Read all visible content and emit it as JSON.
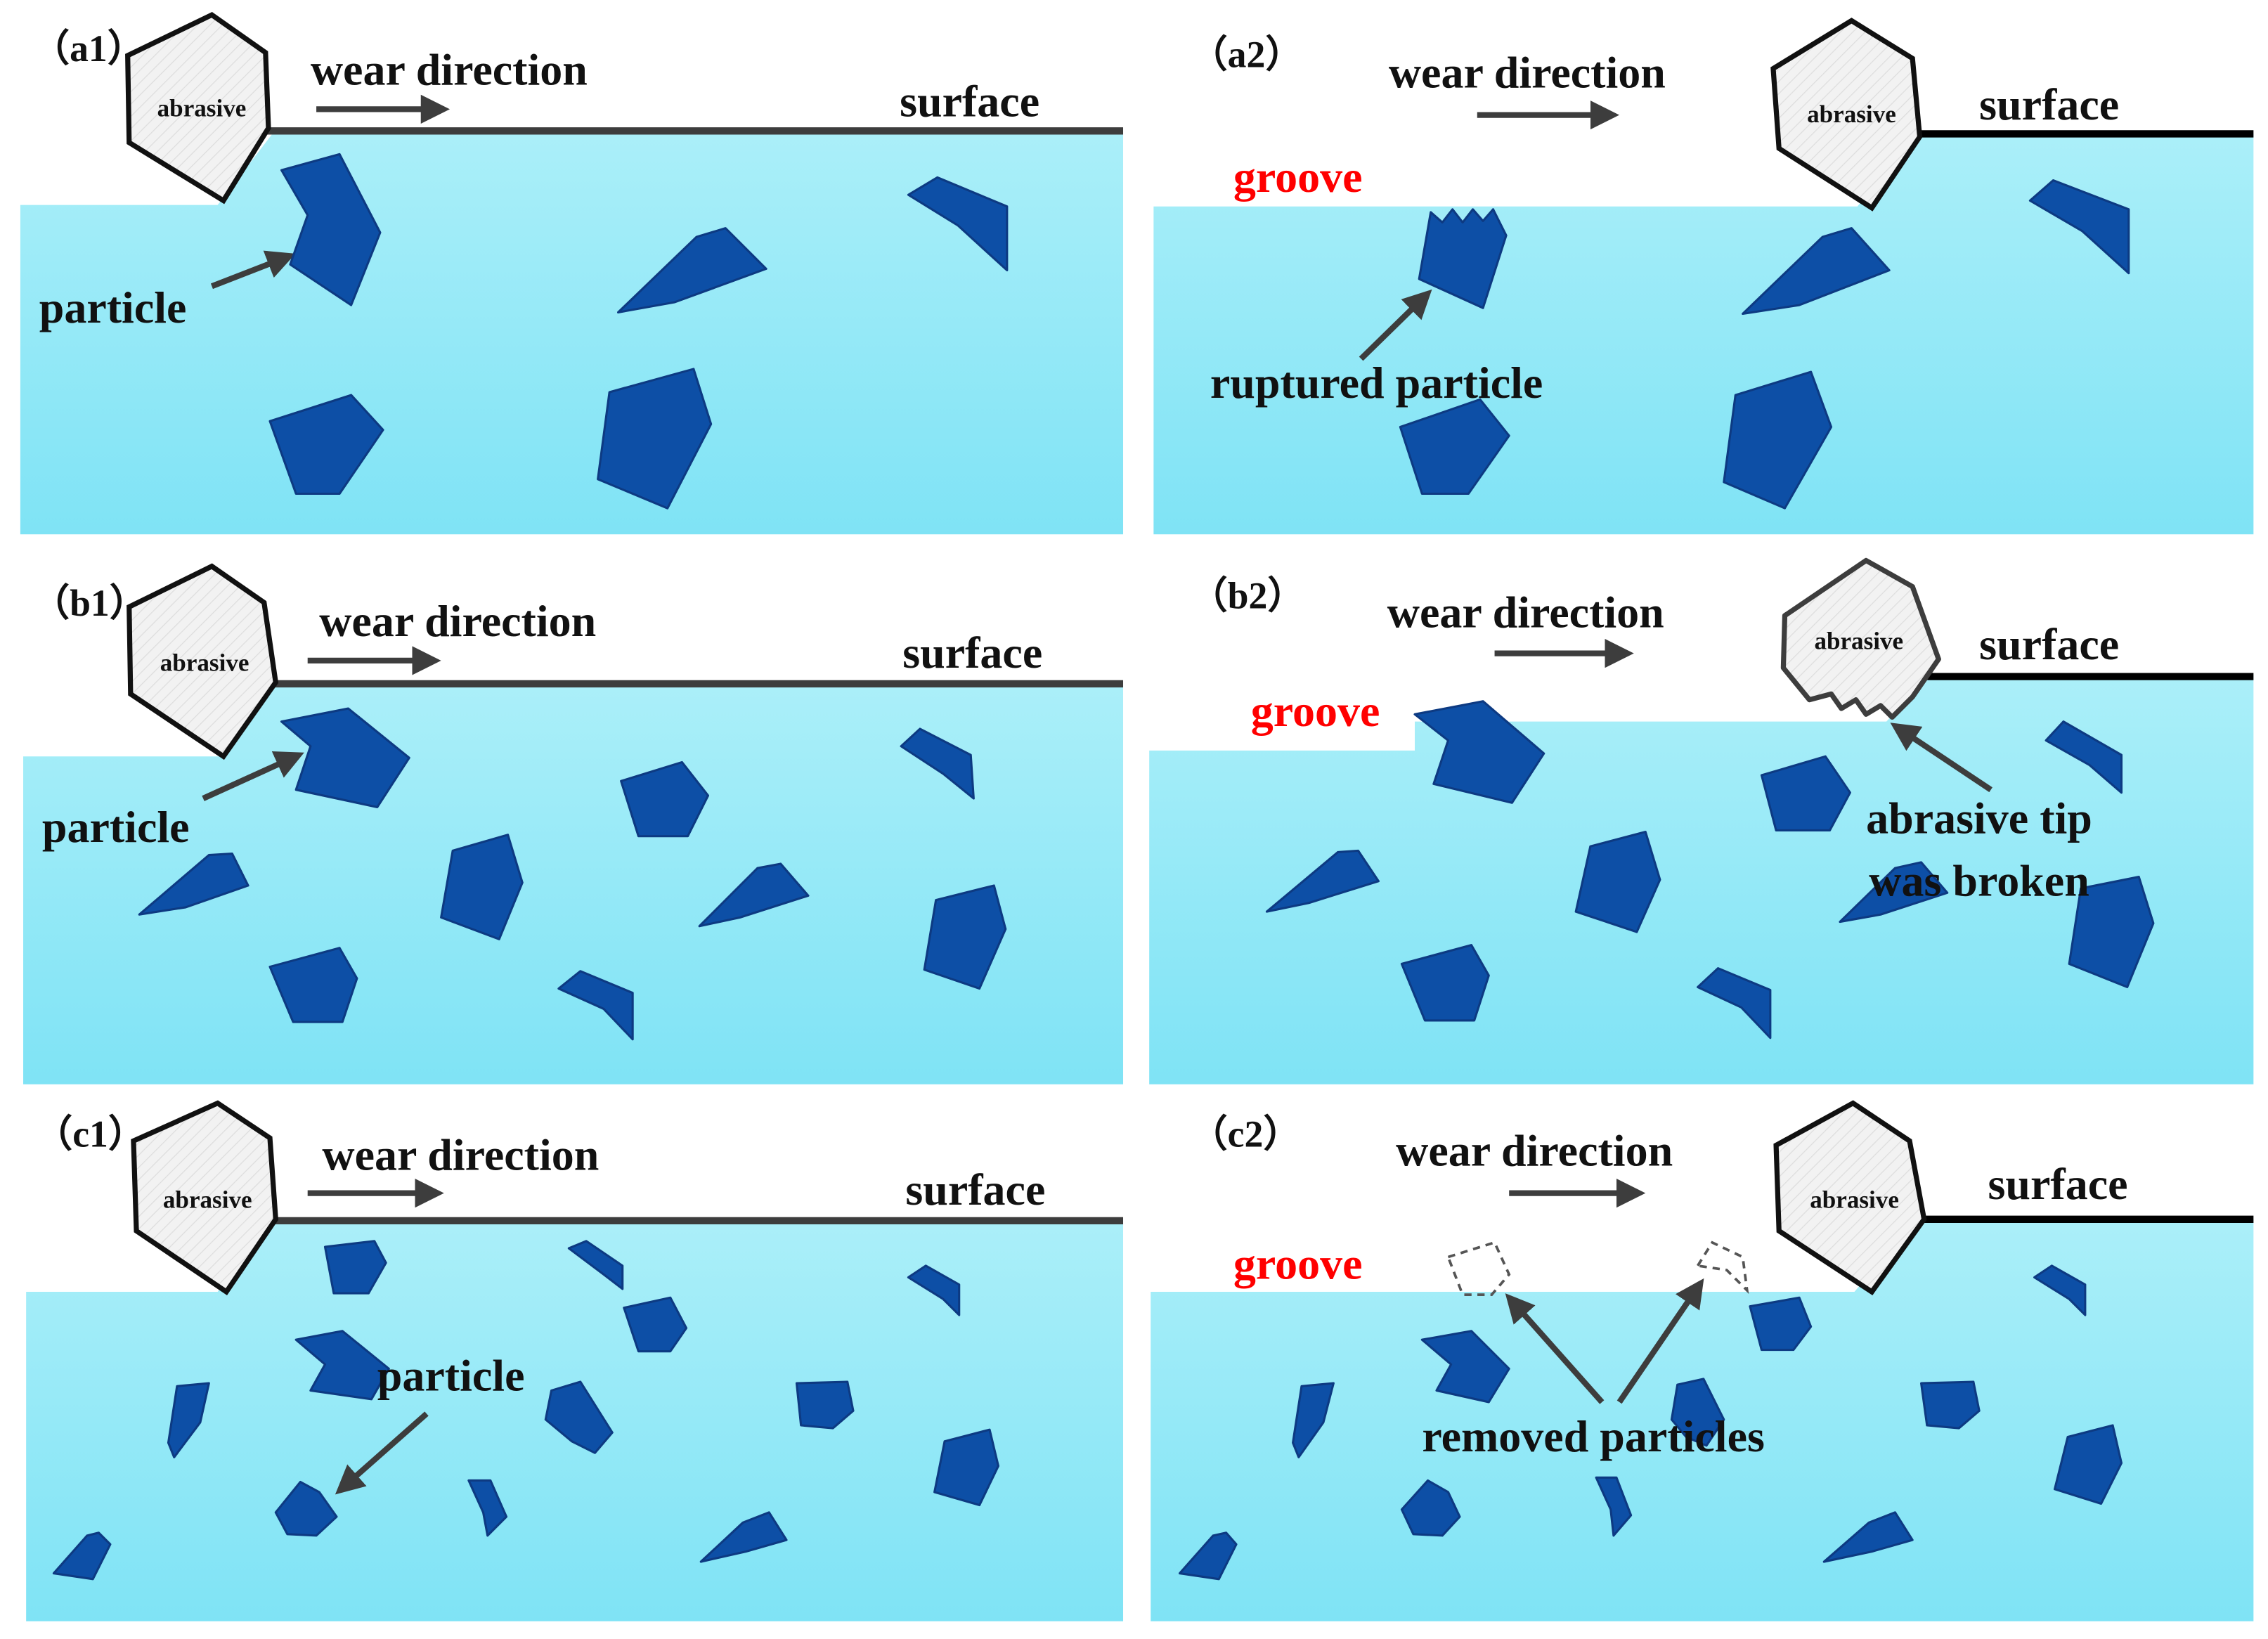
{
  "figure": {
    "colors": {
      "block_top": "#abeff9",
      "block_bottom": "#7fe3f5",
      "particle": "#0d4fa6",
      "arrow": "#3d3d3d",
      "groove": "#ff0000",
      "surface_line": "#000000",
      "abrasive_fill": "#f2f2f2"
    },
    "common": {
      "wear_direction": "wear direction",
      "surface": "surface",
      "abrasive": "abrasive",
      "groove": "groove",
      "particle": "particle"
    },
    "panels": {
      "a1": {
        "tag": "（a1）"
      },
      "a2": {
        "tag": "（a2）",
        "annotation": "ruptured particle"
      },
      "b1": {
        "tag": "（b1）"
      },
      "b2": {
        "tag": "（b2）",
        "annotation_line1": "abrasive tip",
        "annotation_line2": "was broken"
      },
      "c1": {
        "tag": "（c1）"
      },
      "c2": {
        "tag": "（c2）",
        "annotation": "removed particles"
      }
    },
    "icons": [
      "abrasive-grain-icon",
      "wear-direction-arrow-icon",
      "particle-icon",
      "dashed-removed-particle-icon"
    ]
  }
}
